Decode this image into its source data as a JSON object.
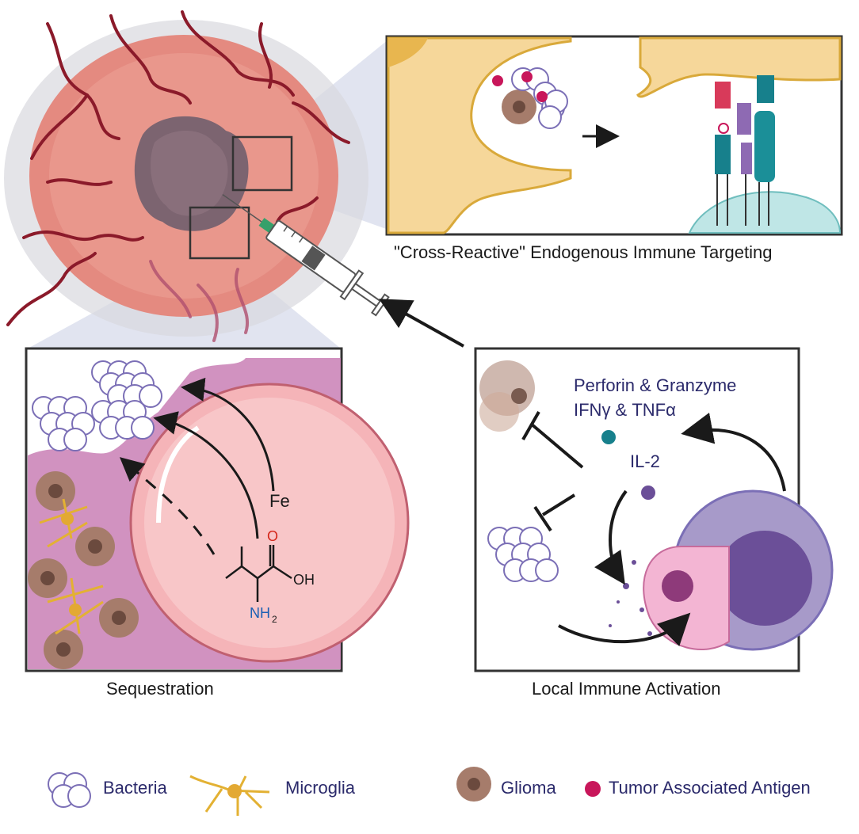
{
  "panels": {
    "top_right": {
      "caption": "\"Cross-Reactive\" Endogenous Immune Targeting"
    },
    "bottom_left": {
      "caption": "Sequestration",
      "fe_label": "Fe",
      "oxygen_label": "O",
      "oh_label": "OH",
      "nh_label": "NH",
      "nh_sub": "2"
    },
    "bottom_right": {
      "caption": "Local Immune Activation",
      "cytokine_line1": "Perforin & Granzyme",
      "cytokine_line2": "IFNγ & TNFα",
      "il2_label": "IL-2"
    }
  },
  "legend": {
    "bacteria": "Bacteria",
    "microglia": "Microglia",
    "glioma": "Glioma",
    "antigen": "Tumor Associated Antigen"
  },
  "colors": {
    "tumor": "#e48a80",
    "vessel": "#8b1a2a",
    "core": "#7c6470",
    "dendritic": "#f6d79a",
    "dendritic_edge": "#d9a93a",
    "bacteria_stroke": "#7b6fb6",
    "antigen": "#c8165a",
    "teal": "#17808c",
    "purple": "#6b4f98",
    "pink": "#f6c2c4"
  }
}
